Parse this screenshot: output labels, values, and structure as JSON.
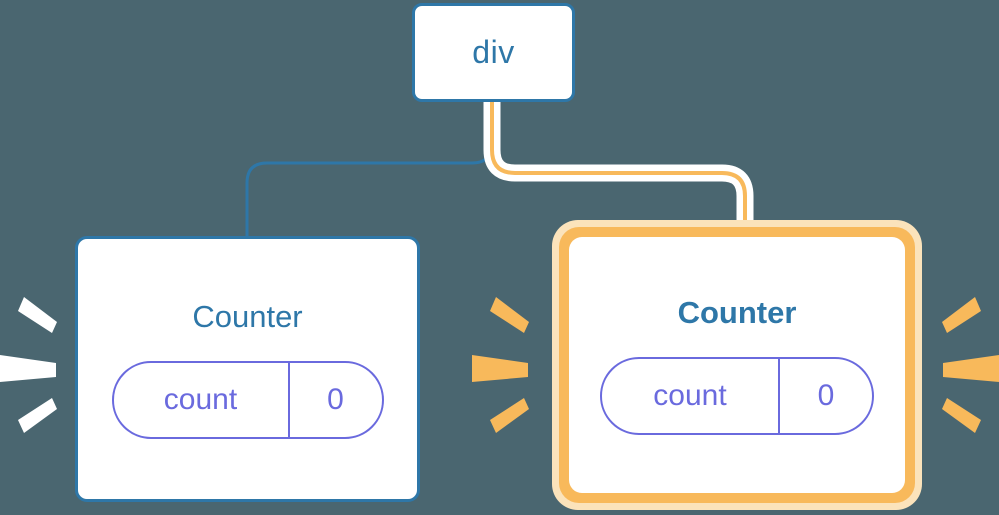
{
  "diagram": {
    "title": "component re-render highlight",
    "background_color": "#4a6670",
    "nodes": {
      "root": {
        "label": "div",
        "border_color": "#2e77a8"
      },
      "left_counter": {
        "label": "Counter",
        "highlighted": "false",
        "state": {
          "key": "count",
          "value": "0"
        },
        "border_color": "#2e77a8",
        "pill_color": "#6a6ade"
      },
      "right_counter": {
        "label": "Counter",
        "highlighted": "true",
        "state": {
          "key": "count",
          "value": "0"
        },
        "border_color": "#f8b95b",
        "glow_color": "#fbe3bb",
        "pill_color": "#6a6ade"
      }
    },
    "edges": [
      {
        "from": "div",
        "to": "left Counter",
        "color": "#2e77a8",
        "style": "plain"
      },
      {
        "from": "div",
        "to": "right Counter",
        "color": "#f8b95b",
        "style": "highlighted-halo"
      }
    ],
    "bursts": [
      {
        "name": "left-counter-burst",
        "color": "#ffffff",
        "direction": "right"
      },
      {
        "name": "right-counter-left-burst",
        "color": "#f8b95b",
        "direction": "right"
      },
      {
        "name": "right-counter-right-burst",
        "color": "#f8b95b",
        "direction": "left"
      }
    ]
  }
}
